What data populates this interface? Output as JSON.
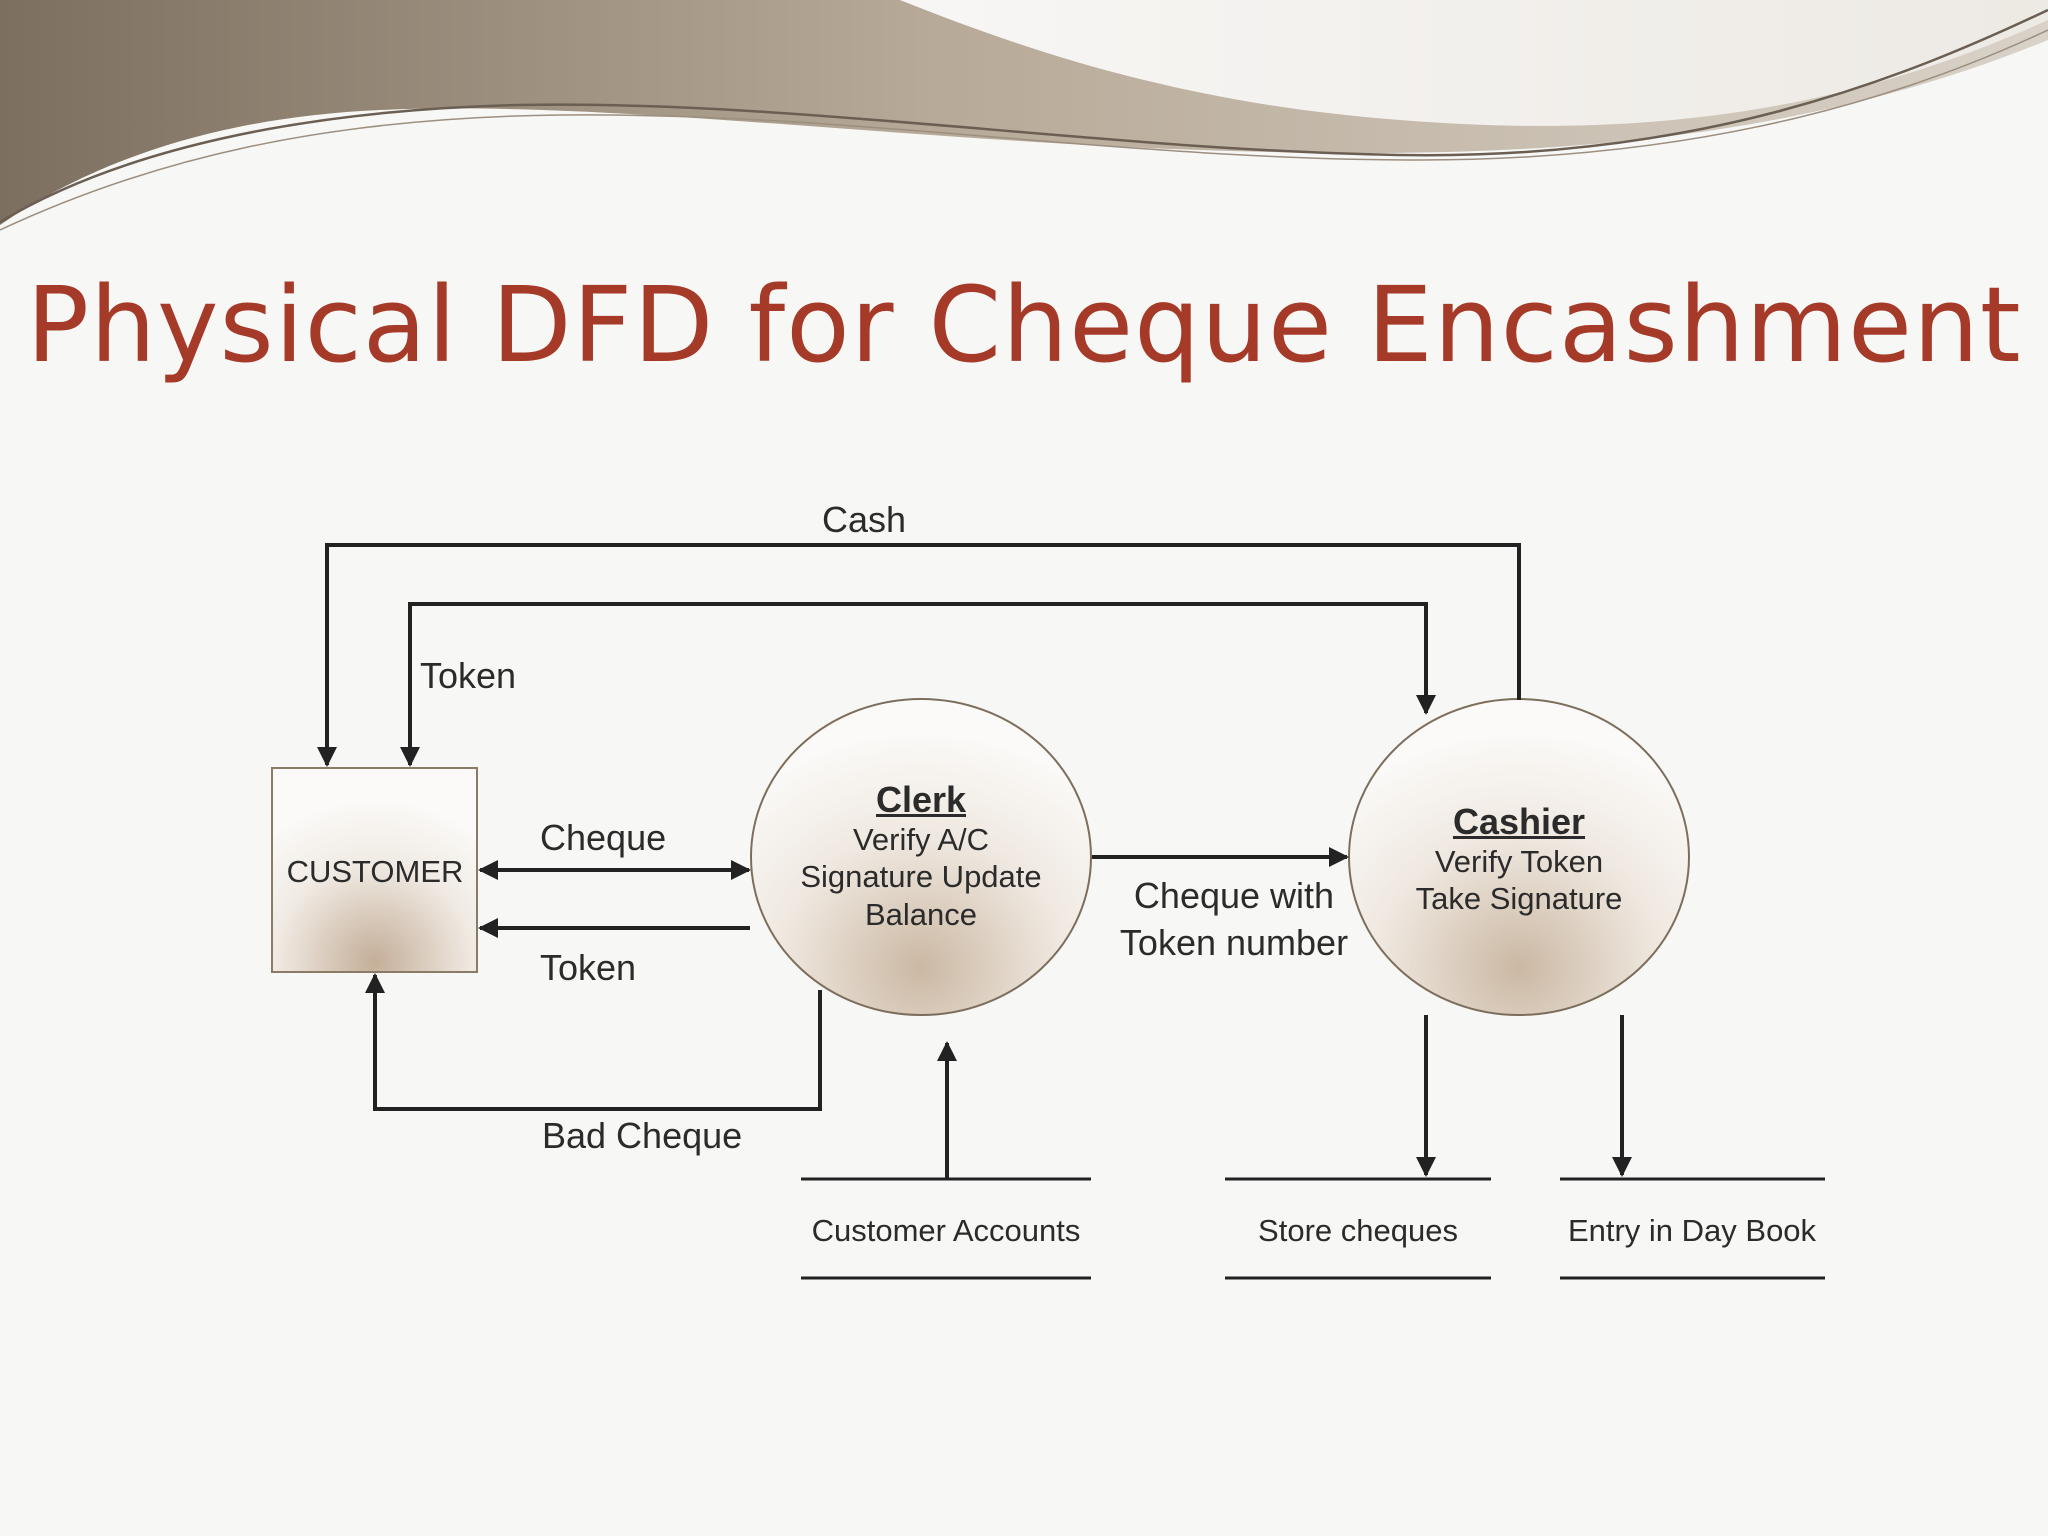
{
  "title": "Physical DFD for Cheque Encashment",
  "entity": {
    "label": "CUSTOMER"
  },
  "processes": {
    "clerk": {
      "title": "Clerk",
      "lines": [
        "Verify A/C",
        "Signature Update",
        "Balance"
      ]
    },
    "cashier": {
      "title": "Cashier",
      "lines": [
        "Verify Token",
        "Take Signature"
      ]
    }
  },
  "stores": {
    "customer_accounts": "Customer Accounts",
    "store_cheques": "Store cheques",
    "day_book": "Entry in Day Book"
  },
  "flows": {
    "cash": "Cash",
    "token_top": "Token",
    "cheque": "Cheque",
    "token": "Token",
    "bad_cheque": "Bad Cheque",
    "cheque_with_token_1": "Cheque with",
    "cheque_with_token_2": "Token number"
  },
  "colors": {
    "title": "#a63a28",
    "line": "#222222",
    "node_fill": "#e2d6c9",
    "node_border": "#8a7a66"
  }
}
